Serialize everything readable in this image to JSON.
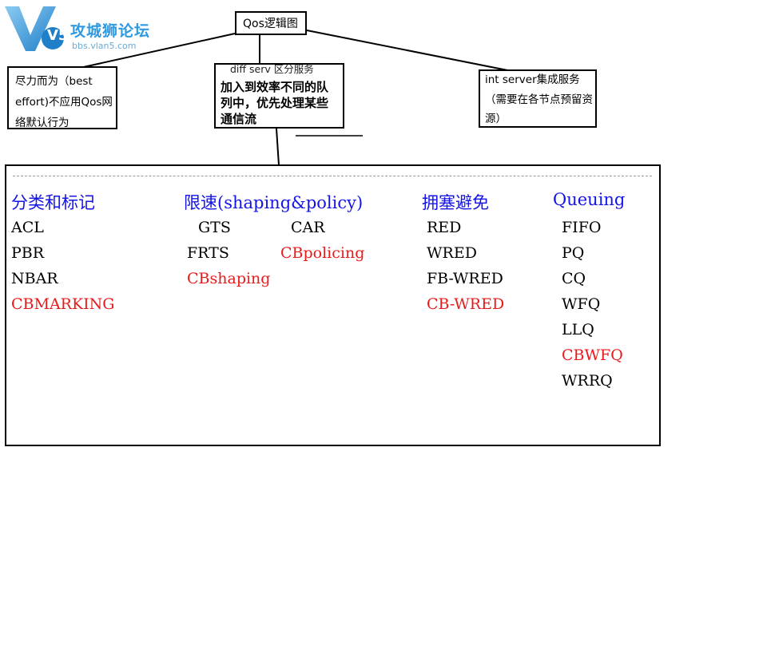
{
  "logo": {
    "title": "攻城狮论坛",
    "url": "bbs.vlan5.com",
    "mark": "V5"
  },
  "root": {
    "label": "Qos逻辑图"
  },
  "best_effort": {
    "text": "尽力而为（best effort)不应用Qos网络默认行为"
  },
  "diffserv": {
    "title": "diff serv 区分服务",
    "desc": "加入到效率不同的队列中，优先处理某些通信流"
  },
  "intserv": {
    "title": "int server集成服务",
    "desc": "（需要在各节点预留资源）"
  },
  "columns": {
    "classify": {
      "header": "分类和标记",
      "items": [
        {
          "text": "ACL",
          "highlight": false
        },
        {
          "text": "PBR",
          "highlight": false
        },
        {
          "text": "NBAR",
          "highlight": false
        },
        {
          "text": "CBMARKING",
          "highlight": true
        }
      ]
    },
    "rate_limit": {
      "header": "限速(shaping&policy)",
      "items": [
        {
          "text": "GTS",
          "highlight": false
        },
        {
          "text": "CAR",
          "highlight": false
        },
        {
          "text": "FRTS",
          "highlight": false
        },
        {
          "text": "CBpolicing",
          "highlight": true
        },
        {
          "text": "CBshaping",
          "highlight": true
        }
      ]
    },
    "congestion_avoid": {
      "header": "拥塞避免",
      "items": [
        {
          "text": "RED",
          "highlight": false
        },
        {
          "text": "WRED",
          "highlight": false
        },
        {
          "text": "FB-WRED",
          "highlight": false
        },
        {
          "text": "CB-WRED",
          "highlight": true
        }
      ]
    },
    "queuing": {
      "header": "Queuing",
      "items": [
        {
          "text": "FIFO",
          "highlight": false
        },
        {
          "text": "PQ",
          "highlight": false
        },
        {
          "text": "CQ",
          "highlight": false
        },
        {
          "text": "WFQ",
          "highlight": false
        },
        {
          "text": "LLQ",
          "highlight": false
        },
        {
          "text": "CBWFQ",
          "highlight": true
        },
        {
          "text": "WRRQ",
          "highlight": false
        }
      ]
    }
  },
  "colors": {
    "header_blue": "#1414e6",
    "highlight_red": "#e81a1a",
    "logo_blue": "#2f9ae0"
  }
}
